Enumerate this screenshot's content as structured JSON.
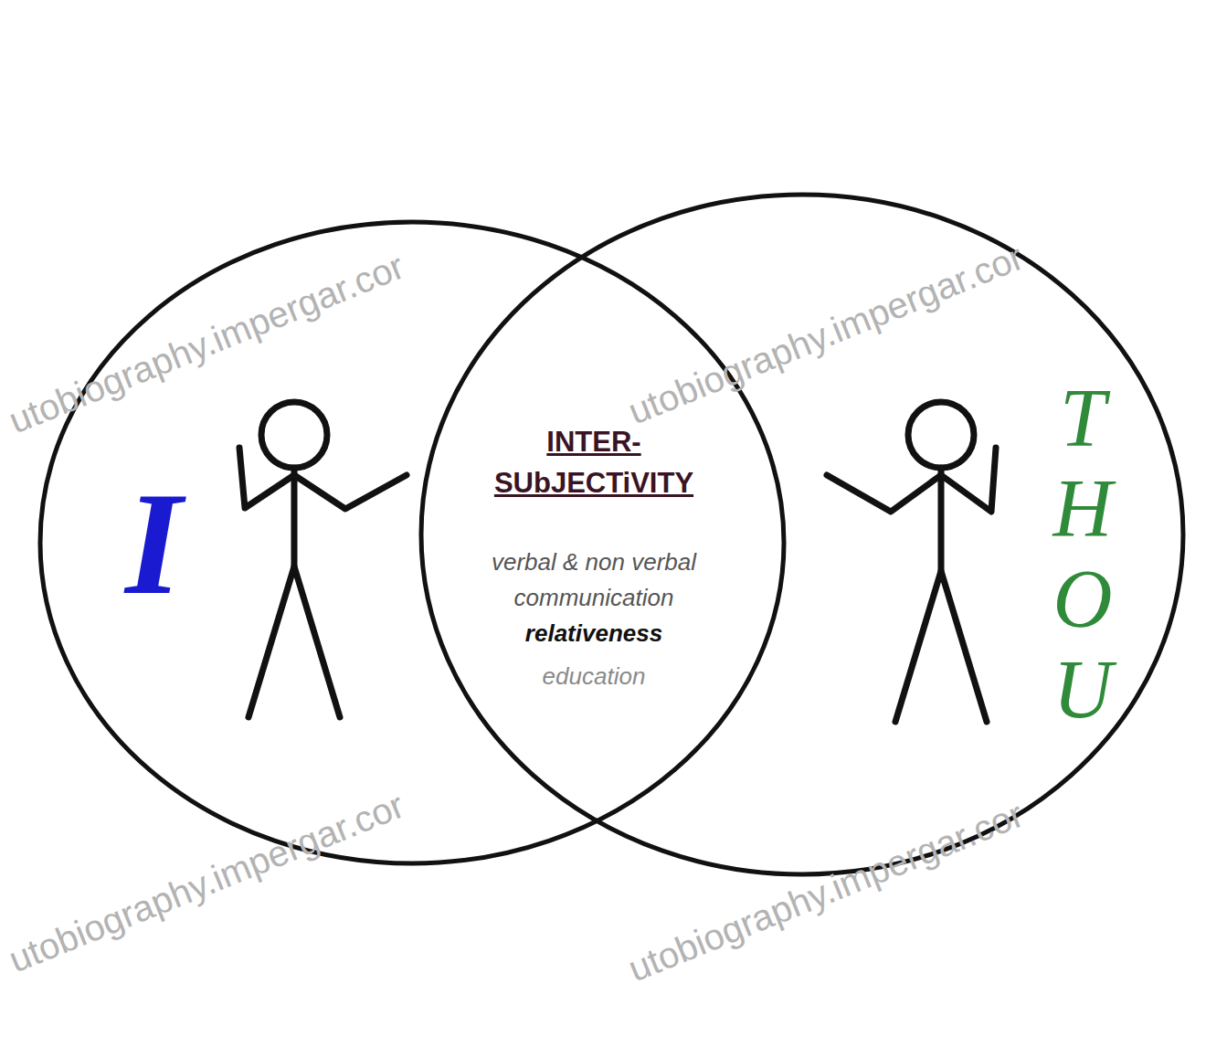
{
  "diagram": {
    "nodes": [
      {
        "text": [
          "I"
        ]
      },
      {
        "text": [
          "THOU"
        ]
      }
    ],
    "labels": [
      "INTER- SUbJECTiVITY",
      "verbal & non verbal communication",
      "relativeness",
      "education",
      "utobiography.impergar.cor",
      "utobiography.impergar.cor",
      "utobiography.impergar.cor",
      "utobiography.impergar.cor"
    ]
  }
}
